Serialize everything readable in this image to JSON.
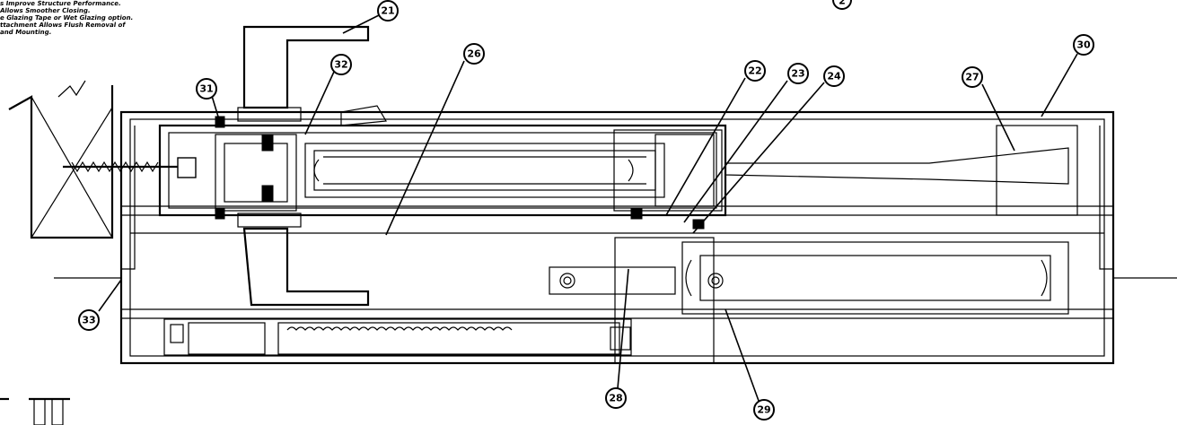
{
  "notes": [
    "s Improve Structure Performance.",
    "Allows Smoother Closing.",
    "e Glazing Tape or Wet Glazing option.",
    "ttachment Allows Flush Removal of",
    "and Mounting."
  ],
  "callouts": [
    "21",
    "2",
    "26",
    "22",
    "23",
    "24",
    "27",
    "30",
    "31",
    "32",
    "33",
    "28",
    "29"
  ]
}
